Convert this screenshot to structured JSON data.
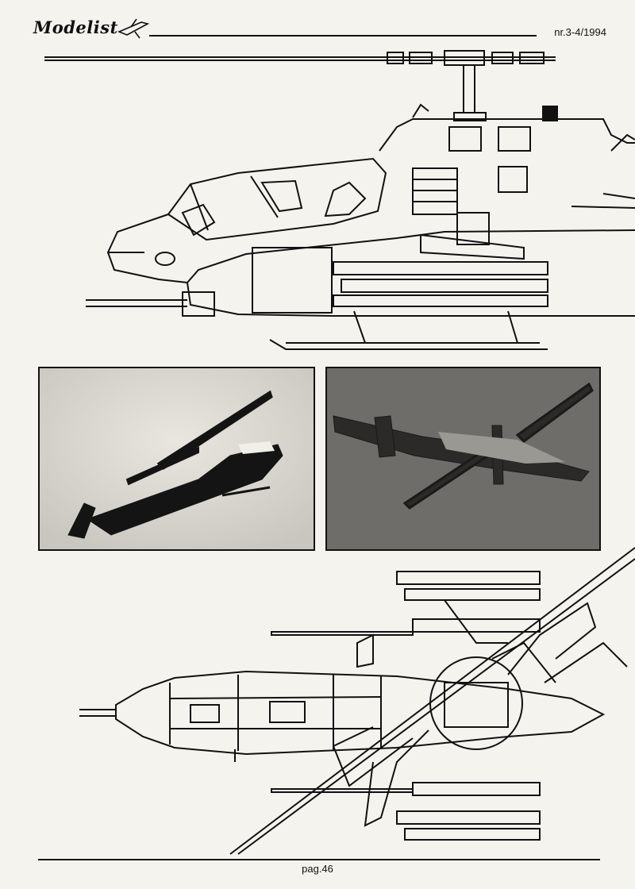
{
  "header": {
    "masthead": "Modelist",
    "issue": "nr.3-4/1994"
  },
  "footer": {
    "page_number": "pag.46"
  },
  "colors": {
    "ink": "#111111",
    "paper": "#f4f3ee",
    "photo_light_bg": "#dedcd5",
    "photo_dark_bg": "#6f6d69"
  },
  "illustrations": {
    "side_view": "helicopter-side-view-drawing",
    "top_view": "helicopter-top-view-drawing"
  },
  "photos": {
    "left": "helicopter-in-flight-photo",
    "right": "helicopter-overhead-photo"
  }
}
